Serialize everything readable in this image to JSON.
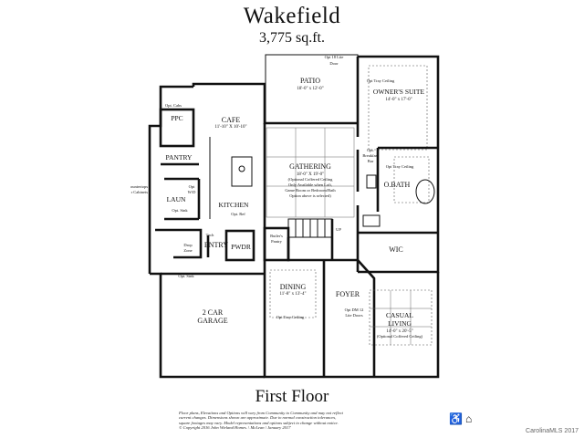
{
  "header": {
    "title": "Wakefield",
    "sqft": "3,775 sq.ft."
  },
  "floor_label": "First Floor",
  "rooms": {
    "patio": {
      "name": "PATIO",
      "dim": "18'-0\" x 12'-0\""
    },
    "owners_suite": {
      "name": "OWNER'S SUITE",
      "dim": "14'-0\" x 17'-0\""
    },
    "cafe": {
      "name": "CAFE",
      "dim": "11'-10\" X 10'-10\""
    },
    "gathering": {
      "name": "GATHERING",
      "dim": "18'-0\" X 19'-0\"",
      "note1": "(Optional Coffered Ceiling",
      "note2": "Only Available when Loft,",
      "note3": "Game Room or Bedroom/Bath",
      "note4": "Option above is selected)"
    },
    "ppc": {
      "name": "PPC"
    },
    "pantry": {
      "name": "PANTRY"
    },
    "laun": {
      "name": "LAUN"
    },
    "kitchen": {
      "name": "KITCHEN"
    },
    "obath": {
      "name": "O.BATH"
    },
    "wic": {
      "name": "WIC"
    },
    "entry": {
      "name": "ENTRY"
    },
    "pwdr": {
      "name": "PWDR"
    },
    "dining": {
      "name": "DINING",
      "dim": "11'-8\" x 13'-4\""
    },
    "foyer": {
      "name": "FOYER"
    },
    "garage": {
      "name1": "2 CAR",
      "name2": "GARAGE"
    },
    "casual_living": {
      "name1": "CASUAL",
      "name2": "LIVING",
      "dim": "14'-0\" x 20'-5\"",
      "note": "(Optional Coffered Ceiling)"
    }
  },
  "notes": {
    "opt_18_lite_door_1": "Opt 18 Lite",
    "opt_18_lite_door_2": "Door",
    "opt_tray_ceiling_suite": "Opt Tray Ceiling",
    "opt_cabs": "Opt. Cabs",
    "opt_breakfast_1": "Opt.",
    "opt_breakfast_2": "Breakfast",
    "opt_breakfast_3": "Bar",
    "opt_tray_ceiling_bath": "Opt Tray Ceiling",
    "countertops_1": "ountertops",
    "countertops_2": "r Cabinets",
    "opt_sink_laun": "Opt. Sink",
    "opt_ref": "Opt. Ref",
    "up": "UP",
    "tech": "Tech",
    "drop_zone_1": "Drop",
    "drop_zone_2": "Zone",
    "butlers_pantry_1": "Butler's",
    "butlers_pantry_2": "Pantry",
    "opt_sink_garage": "Opt. Sink",
    "opt_dm_1": "Opt DM 12",
    "opt_dm_2": "Lite Doors",
    "opt_tray_ceiling_dining": "Opt Tray Ceiling",
    "opt_w_d_1": "Opt",
    "opt_w_d_2": "W/D"
  },
  "disclaimer": {
    "line1": "Floor plans, Elevations and Options will vary from Community to Community and may not reflect",
    "line2": "current changes.  Dimensions shown are approximate.  Due to normal construction tolerances,",
    "line3": "square footages may vary.  Model representations and options subject to change without notice.",
    "line4": "© Copyright 2016 John Wieland Homes. \\ McLean \\ January 2017"
  },
  "copyright": "CarolinaMLS 2017",
  "icons": [
    "accessibility-icon",
    "equal-housing-icon"
  ]
}
